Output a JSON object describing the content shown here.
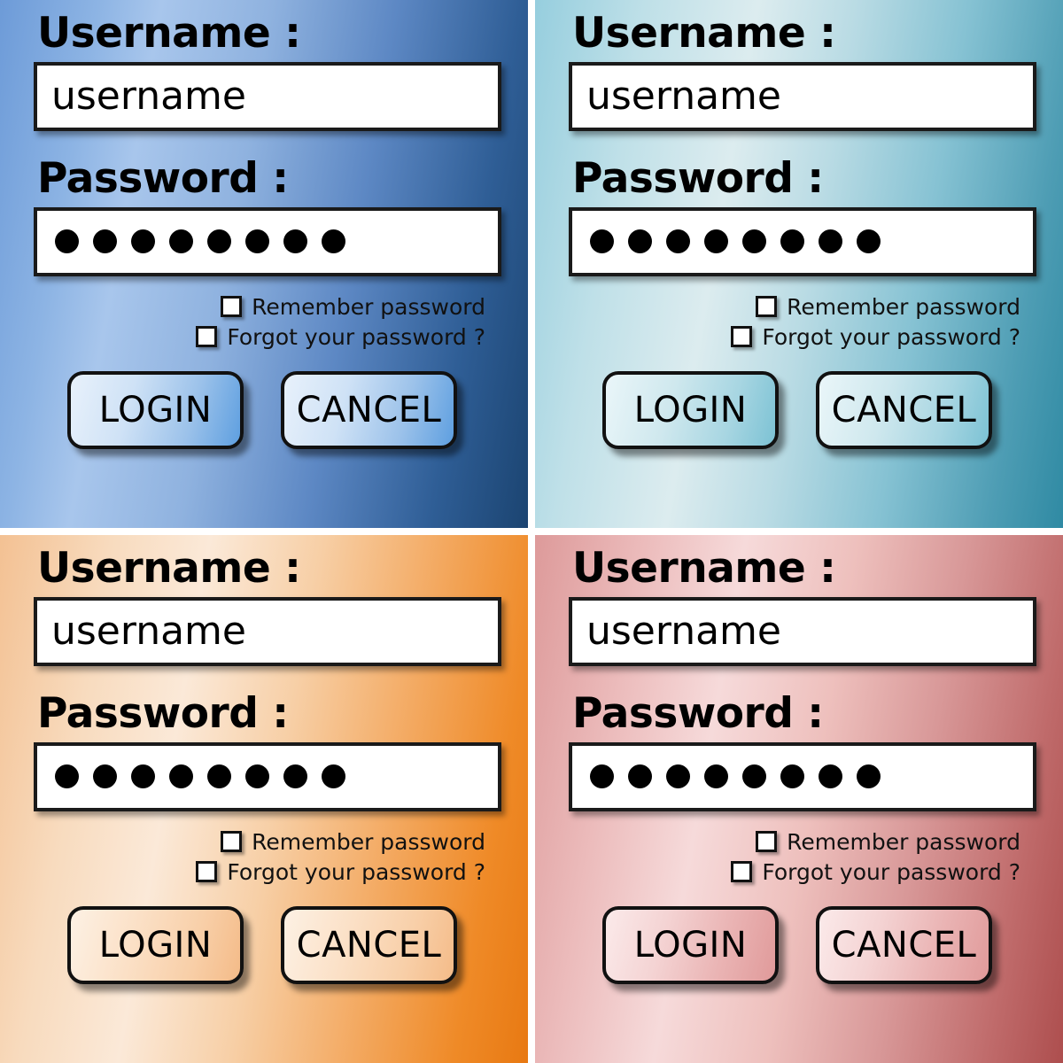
{
  "form": {
    "username_label": "Username :",
    "username_value": "username",
    "password_label": "Password :",
    "password_dot_count": 8,
    "remember_label": "Remember password",
    "forgot_label": "Forgot your password ?",
    "login_label": "LOGIN",
    "cancel_label": "CANCEL"
  },
  "panels": [
    {
      "theme": "blue",
      "name": "blue-login-panel",
      "colors": {
        "background_light": "#a8c6ec",
        "background_mid": "#6d9bd8",
        "background_dark": "#1b4471",
        "button_light": "#e8f1fb",
        "button_dark": "#5e9fe0"
      }
    },
    {
      "theme": "teal",
      "name": "teal-login-panel",
      "colors": {
        "background_light": "#dcecef",
        "background_mid": "#96cede",
        "background_dark": "#2f8aa3",
        "button_light": "#eaf6f9",
        "button_dark": "#7cc2d4"
      }
    },
    {
      "theme": "orange",
      "name": "orange-login-panel",
      "colors": {
        "background_light": "#fbe9d8",
        "background_mid": "#f3c193",
        "background_dark": "#e87912",
        "button_light": "#fdf1e4",
        "button_dark": "#f4bb88"
      }
    },
    {
      "theme": "rose",
      "name": "rose-login-panel",
      "colors": {
        "background_light": "#f6dada",
        "background_mid": "#dd9a9a",
        "background_dark": "#ad4e4e",
        "button_light": "#fbeaea",
        "button_dark": "#e09a9a"
      }
    }
  ]
}
